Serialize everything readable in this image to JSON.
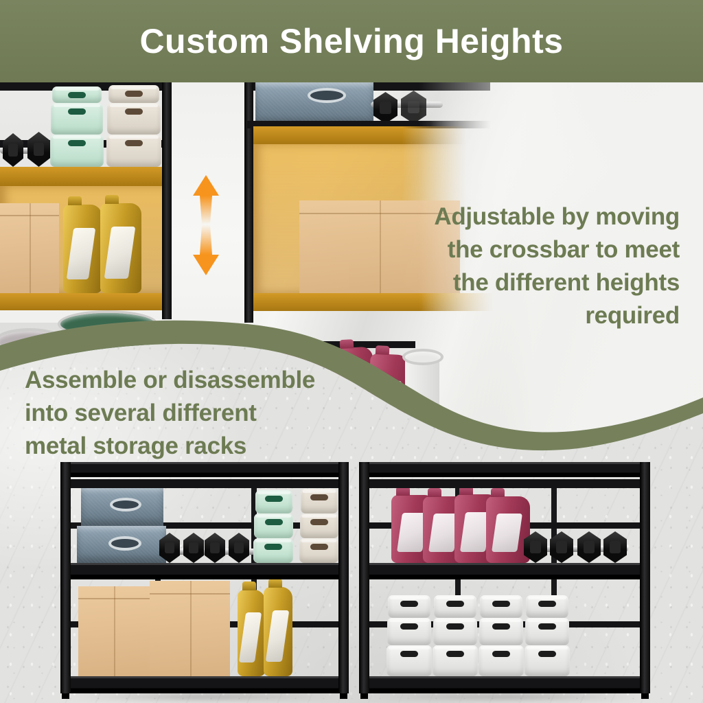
{
  "banner": {
    "title": "Custom Shelving Heights"
  },
  "callout_adjustable": {
    "line1": "Adjustable by moving",
    "line2": "the crossbar to meet",
    "line3": "the different heights",
    "line4": "required"
  },
  "callout_assemble": {
    "line1": "Assemble or disassemble",
    "line2": "into several different",
    "line3": "metal storage racks"
  },
  "icons": {
    "height_adjust": "up-down-arrow-icon",
    "wave": "wave-divider-shape"
  },
  "colors": {
    "banner_olive": "#76815C",
    "wave_olive": "#76815C",
    "callout_green": "#6D7B53",
    "arrow_orange": "#F7941D",
    "highlight_amber": "#D99C2E",
    "concrete_gray": "#E2E2E0",
    "rack_black": "#141416"
  }
}
